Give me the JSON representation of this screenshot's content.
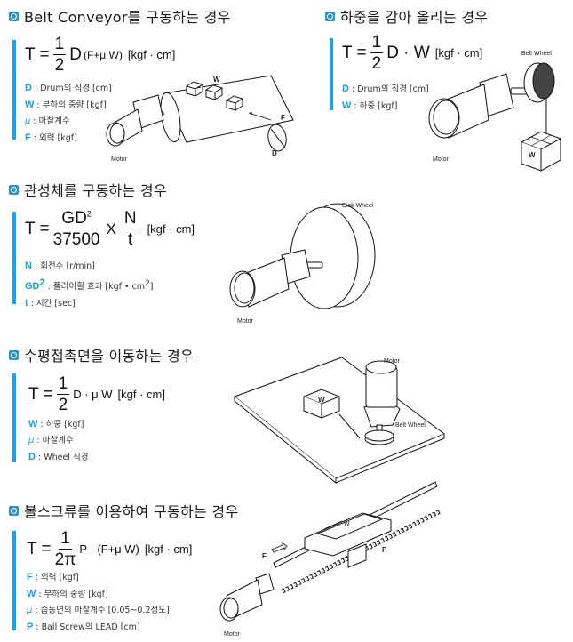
{
  "sections": [
    {
      "title": "Belt Conveyor를 구동하는 경우",
      "formula": {
        "lhs": "T =",
        "num": "1",
        "den": "2",
        "body": "D",
        "paren": "(F+μ W)",
        "unit": "[kgf · cm]"
      },
      "legend": [
        {
          "sym": "D",
          "text": ": Drum의 직경 [cm]"
        },
        {
          "sym": "W",
          "text": ": 부하의 중량 [kgf]"
        },
        {
          "sym": "μ",
          "text": " : 마찰계수"
        },
        {
          "sym": "F",
          "text": ": 외력 [kgf]"
        }
      ],
      "diagram": {
        "motor": "Motor",
        "load": "W",
        "force": "F",
        "drum": "D"
      }
    },
    {
      "title": "하중을 감아 올리는 경우",
      "formula": {
        "lhs": "T =",
        "num": "1",
        "den": "2",
        "body": "D · W",
        "unit": "[kgf · cm]"
      },
      "legend": [
        {
          "sym": "D",
          "text": ": Drum의 직경 [cm]"
        },
        {
          "sym": "W",
          "text": ": 하중 [kgf]"
        }
      ],
      "diagram": {
        "wheel": "Belt Wheel",
        "motor": "Motor",
        "load": "W"
      }
    },
    {
      "title": "관성체를 구동하는 경우",
      "formula": {
        "lhs": "T =",
        "num1": "GD",
        "sup1": "2",
        "den1": "37500",
        "times": "X",
        "num2": "N",
        "den2": "t",
        "unit": "[kgf · cm]"
      },
      "legend": [
        {
          "sym": "N",
          "text": ": 회전수 [r/min]"
        },
        {
          "sym": "GD",
          "sup": "2",
          "text": ": 플라이휠 효과 [kgf • cm",
          "sup2": "2",
          "tail": "]"
        },
        {
          "sym": "t",
          "text": ": 시간 [sec]"
        }
      ],
      "diagram": {
        "wheel": "Disk Wheel",
        "motor": "Motor"
      }
    },
    {
      "title": "수평접촉면을 이동하는 경우",
      "formula": {
        "lhs": "T =",
        "num": "1",
        "den": "2",
        "body": "D · μ W",
        "unit": "[kgf · cm]"
      },
      "legend": [
        {
          "sym": "W",
          "text": ": 하중 [kgf]"
        },
        {
          "sym": "μ",
          "text": ": 마찰계수"
        },
        {
          "sym": "D",
          "text": ": Wheel 직경"
        }
      ],
      "diagram": {
        "motor": "Motor",
        "load": "W",
        "wheel": "Belt Wheel"
      }
    },
    {
      "title": "볼스크류를 이용하여 구동하는 경우",
      "formula": {
        "lhs": "T =",
        "num": "1",
        "den": "2π",
        "body": "P · (F+μ W)",
        "unit": "[kgf · cm]"
      },
      "legend": [
        {
          "sym": "F",
          "text": ": 외력 [kgf]"
        },
        {
          "sym": "W",
          "text": ": 부하의 중량 [kgf]"
        },
        {
          "sym": "μ",
          "text": ": 습동면의 마찰계수 [0.05~0.2정도]"
        },
        {
          "sym": "P",
          "text": ": Ball Screw의 LEAD [cm]"
        }
      ],
      "diagram": {
        "motor": "Motor",
        "load": "W",
        "force": "F",
        "lead": "P"
      }
    }
  ],
  "colors": {
    "accent": "#1aa3e8",
    "bullet": "#2b93c8"
  }
}
